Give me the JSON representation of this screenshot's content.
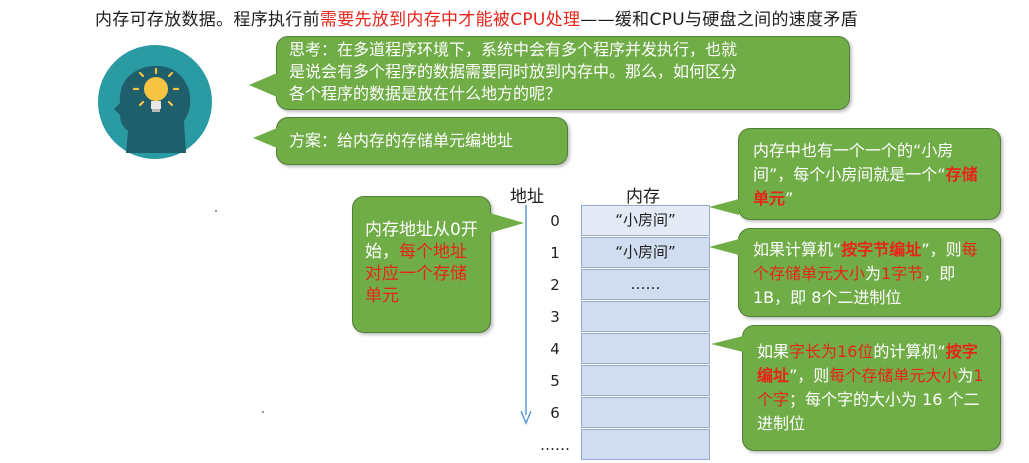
{
  "headline": {
    "part1": "内存可存放数据。程序执行前",
    "part2": "需要先放到内存中才能被CPU处理",
    "part3": "——缓和CPU与硬盘之间的速度矛盾"
  },
  "think": {
    "line1": "思考：在多道程序环境下，系统中会有多个程序并发执行，也就",
    "line2": "是说会有多个程序的数据需要同时放到内存中。那么，如何区分",
    "line3": "各个程序的数据是放在什么地方的呢？"
  },
  "plan": {
    "text": "方案：给内存的存储单元编地址"
  },
  "address_note": {
    "a": "内存地址从0开始，",
    "b": "每个地址对应一个存储单元"
  },
  "memory": {
    "address_header": "地址",
    "memory_header": "内存",
    "cells": [
      {
        "addr": "0",
        "content": "“小房间”"
      },
      {
        "addr": "1",
        "content": "“小房间”"
      },
      {
        "addr": "2",
        "content": "……"
      },
      {
        "addr": "3",
        "content": ""
      },
      {
        "addr": "4",
        "content": ""
      },
      {
        "addr": "5",
        "content": ""
      },
      {
        "addr": "6",
        "content": ""
      },
      {
        "addr": "……",
        "content": ""
      }
    ]
  },
  "room_note": {
    "a": "内存中也有一个一个的“小房间”，每个小房间就是一个",
    "b": "“",
    "c": "存储单元",
    "d": "”"
  },
  "byte_note": {
    "a": "如果计算机“",
    "b": "按字节编址",
    "c": "”，则",
    "d": "每个存储单元大小",
    "e": "为",
    "f": "1字节",
    "g": "，即 1B，即 8个二进制位"
  },
  "word_note": {
    "a": "如果",
    "b": "字长为16位",
    "c": "的计算机“",
    "d": "按字编址",
    "e": "”，则",
    "f": "每个存储单元大小",
    "g": "为",
    "h": "1个字",
    "i": "；每个字的大小为 16 个二进制位"
  },
  "colors": {
    "accent_red": "#e8241b",
    "callout_green": "#70ad47",
    "cell_blue": "#d0dcef",
    "avatar_teal": "#2b9ba3"
  },
  "icons": {
    "avatar": "thinking-head-lightbulb-icon"
  }
}
